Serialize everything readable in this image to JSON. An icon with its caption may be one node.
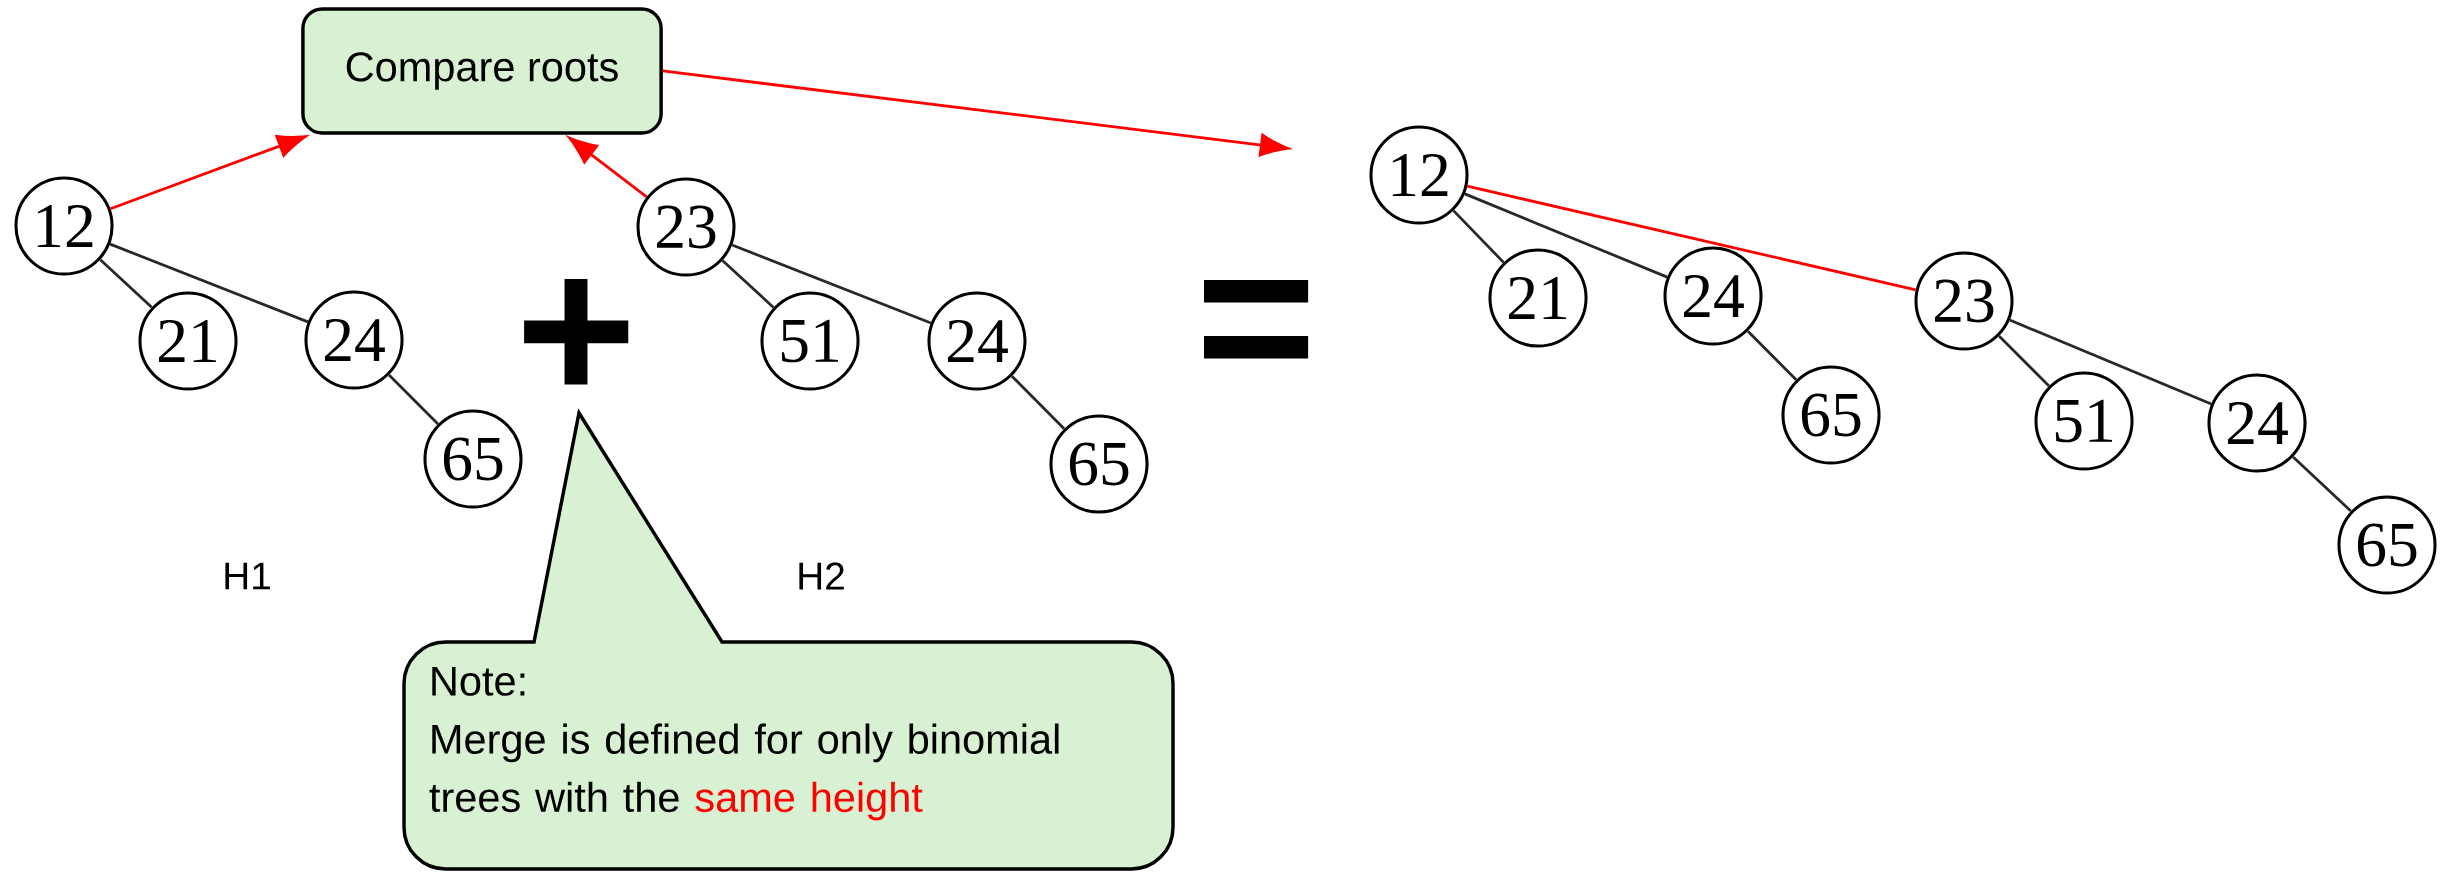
{
  "diagram": {
    "nodes": [
      {
        "text": [
          "Compare roots"
        ]
      },
      {
        "text": [
          "12"
        ]
      },
      {
        "text": [
          "21"
        ]
      },
      {
        "text": [
          "24"
        ]
      },
      {
        "text": [
          "65"
        ]
      },
      {
        "text": [
          "23"
        ]
      },
      {
        "text": [
          "51"
        ]
      },
      {
        "text": [
          "24"
        ]
      },
      {
        "text": [
          "65"
        ]
      },
      {
        "text": [
          "Note:",
          "Merge is defined for only binomial trees with the",
          "same height"
        ]
      },
      {
        "text": [
          "12"
        ]
      },
      {
        "text": [
          "21"
        ]
      },
      {
        "text": [
          "24"
        ]
      },
      {
        "text": [
          "65"
        ]
      },
      {
        "text": [
          "23"
        ]
      },
      {
        "text": [
          "51"
        ]
      },
      {
        "text": [
          "24"
        ]
      },
      {
        "text": [
          "65"
        ]
      }
    ],
    "edges": [
      {
        "from": 1,
        "to": 0,
        "arrow": "to",
        "color": "#ff0000"
      },
      {
        "from": 5,
        "to": 0,
        "arrow": "to",
        "color": "#ff0000"
      },
      {
        "from": 0,
        "to": null,
        "arrow": "to",
        "color": "#ff0000"
      },
      {
        "from": 1,
        "to": 2,
        "arrow": "none"
      },
      {
        "from": 1,
        "to": 3,
        "arrow": "none"
      },
      {
        "from": 3,
        "to": 4,
        "arrow": "none"
      },
      {
        "from": 5,
        "to": 6,
        "arrow": "none"
      },
      {
        "from": 5,
        "to": 7,
        "arrow": "none"
      },
      {
        "from": 7,
        "to": 8,
        "arrow": "none"
      },
      {
        "from": 10,
        "to": 11,
        "arrow": "none"
      },
      {
        "from": 10,
        "to": 12,
        "arrow": "none"
      },
      {
        "from": 12,
        "to": 13,
        "arrow": "none"
      },
      {
        "from": 10,
        "to": 14,
        "arrow": "none",
        "color": "#ff0000"
      },
      {
        "from": 14,
        "to": 15,
        "arrow": "none"
      },
      {
        "from": 14,
        "to": 16,
        "arrow": "none"
      },
      {
        "from": 16,
        "to": 17,
        "arrow": "none"
      }
    ],
    "labels": [
      "+",
      "=",
      "H1",
      "H2"
    ]
  }
}
